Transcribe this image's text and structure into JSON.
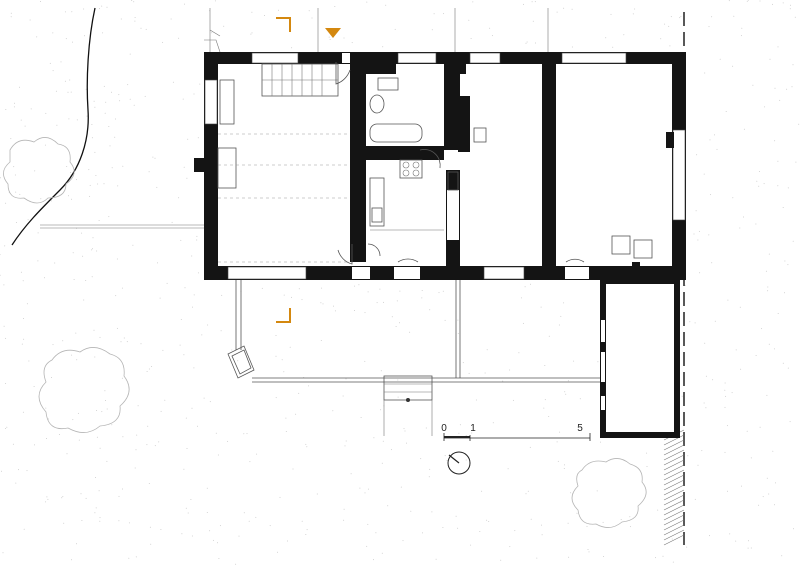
{
  "plan": {
    "scale_bar": {
      "labels": [
        "0",
        "1",
        "5"
      ]
    },
    "markers": {
      "section_color": "#d4880f",
      "north_arrow": "north-arrow-icon"
    }
  }
}
